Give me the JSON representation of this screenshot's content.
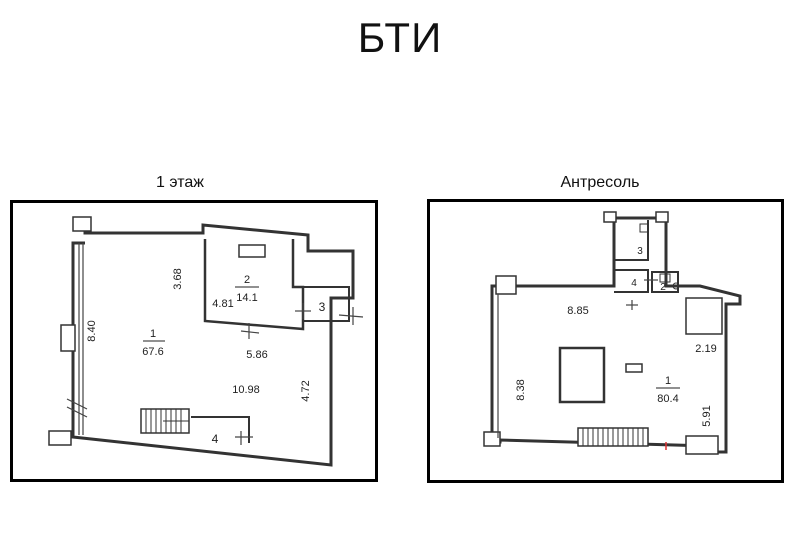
{
  "page": {
    "title": "БТИ"
  },
  "plans": {
    "first_floor": {
      "caption": "1 этаж",
      "rooms": [
        {
          "number": "1",
          "area": "67.6"
        },
        {
          "number": "2",
          "area": "14.1"
        },
        {
          "number": "3"
        },
        {
          "number": "4"
        }
      ],
      "dimensions": [
        "3.68",
        "4.81",
        "8.40",
        "5.86",
        "10.98",
        "4.72"
      ]
    },
    "mezzanine": {
      "caption": "Антресоль",
      "rooms": [
        {
          "number": "1",
          "area": "80.4"
        },
        {
          "number": "2"
        },
        {
          "number": "3"
        },
        {
          "number": "4"
        }
      ],
      "dimensions": [
        "8.85",
        "2.19",
        "8.38",
        "5.91"
      ]
    }
  }
}
